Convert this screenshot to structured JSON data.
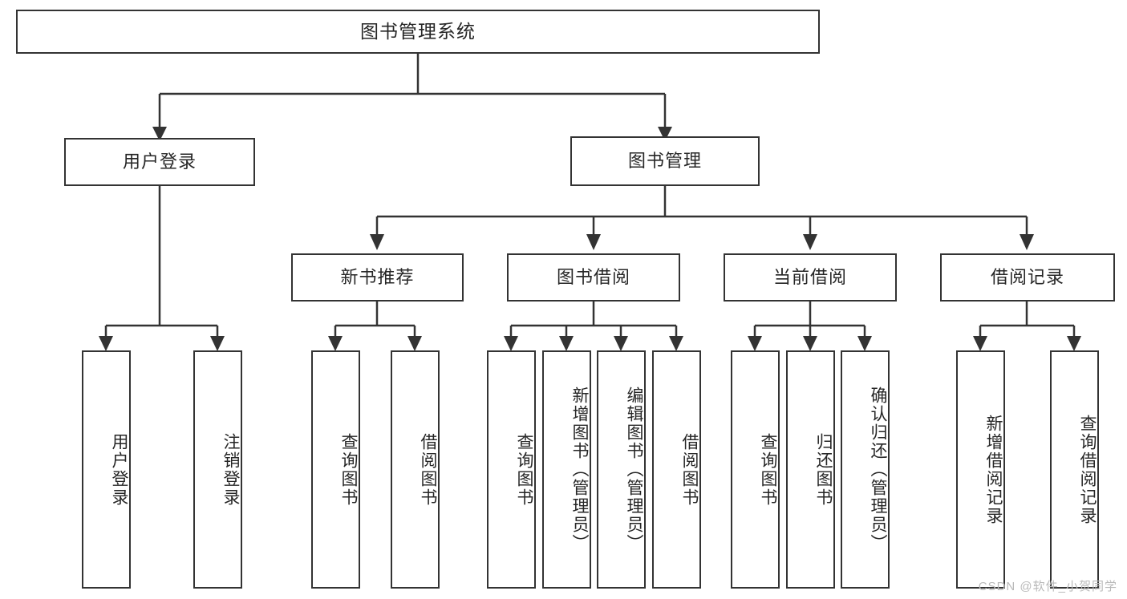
{
  "diagram": {
    "title": "图书管理系统",
    "watermark": "CSDN @软件_小贺同学",
    "stroke_color": "#333333",
    "background_color": "#ffffff",
    "text_color": "#262626",
    "root": {
      "label": "图书管理系统"
    },
    "level2": [
      {
        "label": "用户登录"
      },
      {
        "label": "图书管理"
      }
    ],
    "level3": [
      {
        "label": "新书推荐"
      },
      {
        "label": "图书借阅"
      },
      {
        "label": "当前借阅"
      },
      {
        "label": "借阅记录"
      }
    ],
    "leaves": {
      "user_login": [
        {
          "label": "用户登录"
        },
        {
          "label": "注销登录"
        }
      ],
      "new_book_recommend": [
        {
          "label": "查询图书"
        },
        {
          "label": "借阅图书"
        }
      ],
      "book_borrow": [
        {
          "label": "查询图书"
        },
        {
          "label": "新增图书（管理员）"
        },
        {
          "label": "编辑图书（管理员）"
        },
        {
          "label": "借阅图书"
        }
      ],
      "current_borrow": [
        {
          "label": "查询图书"
        },
        {
          "label": "归还图书"
        },
        {
          "label": "确认归还（管理员）"
        }
      ],
      "borrow_record": [
        {
          "label": "新增借阅记录"
        },
        {
          "label": "查询借阅记录"
        }
      ]
    }
  }
}
